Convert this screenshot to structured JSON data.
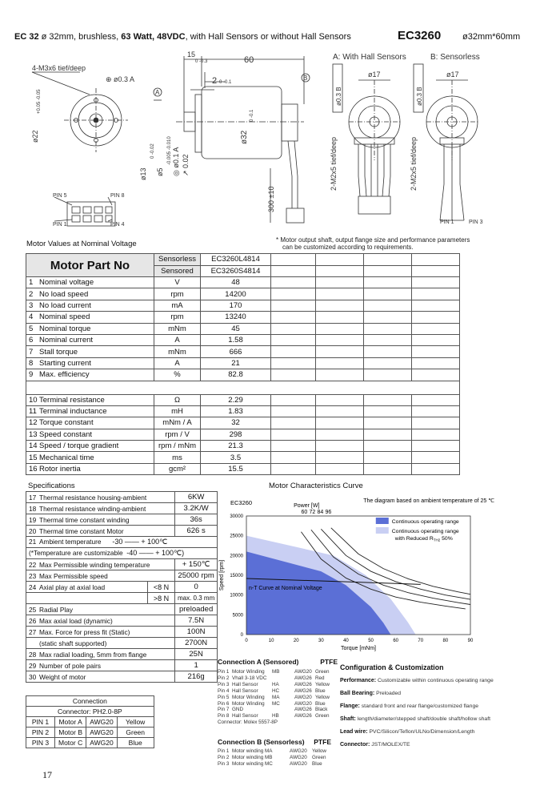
{
  "header": {
    "series": "EC 32",
    "desc_pre": "ø 32mm, brushless, ",
    "watt": "63 Watt, 48VDC",
    "desc_post": ", with Hall Sensors or without Hall Sensors",
    "model": "EC3260",
    "dims": "ø32mm*60mm"
  },
  "drawing": {
    "mount_label": "4-M3x6 tief/deep",
    "len_15": "15",
    "len_15_tol": "0 -0.3",
    "len_60": "60",
    "len_2": "2",
    "len_2_tol": "0 -0.1",
    "tol_a": "⊕ ø0.3 A",
    "marker_a": "A",
    "marker_b": "B",
    "dia_22": "ø22",
    "dia_22_tol": "+0.05 -0.05",
    "dia_32": "ø32",
    "dia_32_tol": "0 -0.1",
    "dia_13": "ø13",
    "dia_13_tol": "0 -0.02",
    "dia_5": "ø5",
    "dia_5_tol": "-0.005 -0.010",
    "tol_circ": "◎ ø0.1 A",
    "tol_run": "↗ 0.02",
    "lead_len": "300 ±10",
    "label_a": "A: With Hall Sensors",
    "label_b": "B: Sensorless",
    "tol_b": "ø0.3 B",
    "dia_17": "ø17",
    "rear_mount": "2-M2x5 tief/deep",
    "pin5": "PIN 5",
    "pin8": "PIN 8",
    "pin1": "PIN 1",
    "pin4": "PIN 4",
    "pin1b": "PIN 1",
    "pin3b": "PIN 3"
  },
  "motor_values_title": "Motor Values at Nominal Voltage",
  "note_line1": "* Motor output shaft, output flange size and performance  parameters",
  "note_line2": "can be customized according to requirements.",
  "table": {
    "part_label": "Motor  Part  No",
    "sensorless": "Sensorless",
    "sensorless_no": "EC3260L4814",
    "sensored": "Sensored",
    "sensored_no": "EC3260S4814",
    "rows1": [
      {
        "n": "1",
        "name": "Nominal voltage",
        "unit": "V",
        "val": "48"
      },
      {
        "n": "2",
        "name": "No load speed",
        "unit": "rpm",
        "val": "14200"
      },
      {
        "n": "3",
        "name": "No load current",
        "unit": "mA",
        "val": "170"
      },
      {
        "n": "4",
        "name": "Nominal speed",
        "unit": "rpm",
        "val": "13240"
      },
      {
        "n": "5",
        "name": "Nominal torque",
        "unit": "mNm",
        "val": "45"
      },
      {
        "n": "6",
        "name": "Nominal current",
        "unit": "A",
        "val": "1.58"
      },
      {
        "n": "7",
        "name": "Stall torque",
        "unit": "mNm",
        "val": "666"
      },
      {
        "n": "8",
        "name": "Starting current",
        "unit": "A",
        "val": "21"
      },
      {
        "n": "9",
        "name": "Max. efficiency",
        "unit": "%",
        "val": "82.8"
      }
    ],
    "rows2": [
      {
        "n": "10",
        "name": "Terminal resistance",
        "unit": "Ω",
        "val": "2.29"
      },
      {
        "n": "11",
        "name": "Terminal inductance",
        "unit": "mH",
        "val": "1.83"
      },
      {
        "n": "12",
        "name": "Torque constant",
        "unit": "mNm / A",
        "val": "32"
      },
      {
        "n": "13",
        "name": "Speed constant",
        "unit": "rpm / V",
        "val": "298"
      },
      {
        "n": "14",
        "name": "Speed / torque gradient",
        "unit": "rpm / mNm",
        "val": "21.3"
      },
      {
        "n": "15",
        "name": "Mechanical time",
        "unit": "ms",
        "val": "3.5"
      },
      {
        "n": "16",
        "name": "Rotor inertia",
        "unit": "gcm²",
        "val": "15.5"
      }
    ]
  },
  "spec_title": "Specifications",
  "mc_title": "Motor Characteristics Curve",
  "specs": [
    {
      "n": "17",
      "name": "Thermal resistance housing-ambient",
      "val": "6KW"
    },
    {
      "n": "18",
      "name": "Thermal resistance winding-ambient",
      "val": "3.2K/W"
    },
    {
      "n": "19",
      "name": "Thermal time constant winding",
      "val": "36s"
    },
    {
      "n": "20",
      "name": "Thermal time constant Motor",
      "val": "626 s"
    }
  ],
  "ambient": {
    "n": "21",
    "name": "Ambient temperature",
    "range1": "-30 —— + 100℃",
    "note": "(*Temperature are customizable",
    "range2": "-40 —— + 100℃)"
  },
  "specs2": [
    {
      "n": "22",
      "name": "Max Permissible winding temperature",
      "val": "+ 150℃"
    },
    {
      "n": "23",
      "name": "Max Permissible speed",
      "val": "25000 rpm"
    }
  ],
  "axial": {
    "n": "24",
    "name": "Axial play at axial load",
    "c1": "<8 N",
    "v1": "0",
    "c2": ">8 N",
    "v2": "max. 0.3 mm"
  },
  "specs3": [
    {
      "n": "25",
      "name": "Radial Play",
      "val": "preloaded"
    },
    {
      "n": "26",
      "name": "Max axial load (dynamic)",
      "val": "7.5N"
    },
    {
      "n": "27",
      "name": "Max. Force for press fit (Static)",
      "val": "100N"
    },
    {
      "n": "",
      "name": "(static shaft supported)",
      "val": "2700N"
    },
    {
      "n": "28",
      "name": "Max radial loading, 5mm from flange",
      "val": "25N"
    },
    {
      "n": "29",
      "name": "Number of pole pairs",
      "val": "1"
    },
    {
      "n": "30",
      "name": "Weight of motor",
      "val": "216g"
    }
  ],
  "connection": {
    "title": "Connection",
    "connector": "Connector:  PH2.0-8P",
    "rows": [
      {
        "pin": "PIN 1",
        "motor": "Motor A",
        "awg": "AWG20",
        "color": "Yellow"
      },
      {
        "pin": "PIN 2",
        "motor": "Motor B",
        "awg": "AWG20",
        "color": "Green"
      },
      {
        "pin": "PIN 3",
        "motor": "Motor C",
        "awg": "AWG20",
        "color": "Blue"
      }
    ]
  },
  "chart_data": {
    "type": "line",
    "title": "EC3260",
    "subtitle": "The diagram based on ambient temperature of 25 ℃",
    "power_label": "Power [W]",
    "power_values": [
      "60",
      "72",
      "84",
      "96"
    ],
    "xlabel": "Torque [mNm]",
    "ylabel": "Speed [rpm]",
    "xlim": [
      0,
      90
    ],
    "ylim": [
      0,
      30000
    ],
    "x_ticks": [
      "0",
      "10",
      "20",
      "30",
      "40",
      "50",
      "60",
      "70",
      "80",
      "90"
    ],
    "y_ticks": [
      "0",
      "5000",
      "10000",
      "15000",
      "20000",
      "25000",
      "30000"
    ],
    "legend": [
      {
        "label": "Continuous operating range",
        "color": "#5b6fd6"
      },
      {
        "label": "Continuous operating range with Reduced R",
        "label_sub": "TH2",
        "label_tail": " 50%",
        "color": "#c9cff3"
      }
    ],
    "nt_label": "n-T Curve at Nominal Voltage",
    "nt_curve": {
      "x": [
        0,
        45,
        60,
        70
      ],
      "y": [
        14200,
        13240,
        12920,
        12700
      ]
    },
    "continuous_range": {
      "x": [
        0,
        30,
        40,
        50,
        55,
        58
      ],
      "y": [
        21000,
        16000,
        12500,
        7000,
        3000,
        0
      ]
    },
    "reduced_range": {
      "x": [
        0,
        35,
        48,
        58,
        65,
        68
      ],
      "y": [
        25000,
        20000,
        15000,
        9000,
        3000,
        0
      ]
    },
    "power_curves": [
      {
        "name": "60",
        "x": [
          22,
          30,
          40,
          50,
          60,
          70,
          80,
          88
        ],
        "y": [
          26000,
          19100,
          14300,
          11500,
          9500,
          8200,
          7200,
          6500
        ]
      },
      {
        "name": "72",
        "x": [
          26,
          35,
          45,
          55,
          65,
          75,
          85,
          90
        ],
        "y": [
          26500,
          19600,
          15300,
          12500,
          10600,
          9200,
          8100,
          7600
        ]
      },
      {
        "name": "84",
        "x": [
          30,
          40,
          50,
          60,
          70,
          80,
          90
        ],
        "y": [
          26700,
          20000,
          16000,
          13400,
          11500,
          10000,
          8900
        ]
      },
      {
        "name": "96",
        "x": [
          34,
          45,
          55,
          65,
          75,
          85,
          90
        ],
        "y": [
          27000,
          20400,
          16700,
          14100,
          12200,
          10800,
          10200
        ]
      }
    ]
  },
  "conn_a": {
    "title": "Connection A  (Sensored)",
    "ptfe": "PTFE",
    "rows": [
      {
        "pin": "Pin 1",
        "name": "Motor Winding",
        "sym": "MB",
        "awg": "AWG20",
        "color": "Green"
      },
      {
        "pin": "Pin 2",
        "name": "Vhall 3-18 VDC",
        "sym": "",
        "awg": "AWG26",
        "color": "Red"
      },
      {
        "pin": "Pin 3",
        "name": "Hall Sensor",
        "sym": "HA",
        "awg": "AWG26",
        "color": "Yellow"
      },
      {
        "pin": "Pin 4",
        "name": "Hall Sensor",
        "sym": "HC",
        "awg": "AWG26",
        "color": "Blue"
      },
      {
        "pin": "Pin 5",
        "name": "Motor Winding",
        "sym": "MA",
        "awg": "AWG20",
        "color": "Yellow"
      },
      {
        "pin": "Pin 6",
        "name": "Motor Winding",
        "sym": "MC",
        "awg": "AWG20",
        "color": "Blue"
      },
      {
        "pin": "Pin 7",
        "name": "GND",
        "sym": "",
        "awg": "AWG26",
        "color": "Black"
      },
      {
        "pin": "Pin 8",
        "name": "Hall Sensor",
        "sym": "HB",
        "awg": "AWG26",
        "color": "Green"
      }
    ],
    "connector": "Connector:  Molex 5557-8P"
  },
  "conn_b": {
    "title": "Connection B (Sensorless)",
    "ptfe": "PTFE",
    "rows": [
      {
        "pin": "Pin 1",
        "name": "Motor winding MA",
        "awg": "AWG20",
        "color": "Yellow"
      },
      {
        "pin": "Pin 2",
        "name": "Motor winding MB",
        "awg": "AWG20",
        "color": "Green"
      },
      {
        "pin": "Pin 3",
        "name": "Motor winding MC",
        "awg": "AWG20",
        "color": "Blue"
      }
    ]
  },
  "config": {
    "title": "Configuration & Customization",
    "items": [
      {
        "k": "Performance:",
        "v": "Customizable within continuous operating range"
      },
      {
        "k": "Ball Bearing:",
        "v": "Preloaded"
      },
      {
        "k": "Flange:",
        "v": "standard front and rear flange/customized flange"
      },
      {
        "k": "Shaft:",
        "v": "length/diameter/stepped shaft/double shaft/hollow shaft"
      },
      {
        "k": "Lead wire:",
        "v": "PVC/Silicon/Teflon/ULNo/Dimension/Length"
      },
      {
        "k": "Connector:",
        "v": "JST/MOLEX/TE"
      }
    ]
  },
  "page_number": "17"
}
